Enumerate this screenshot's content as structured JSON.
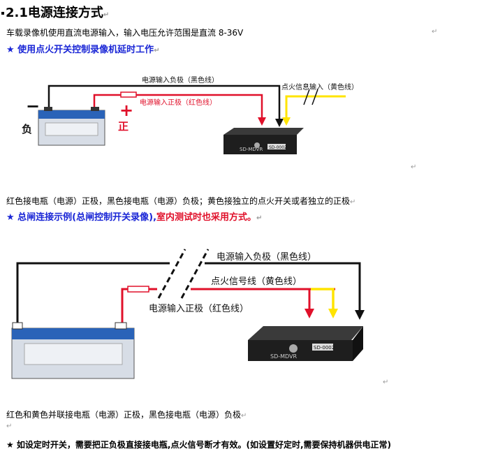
{
  "heading": "2.1电源连接方式",
  "intro": "车载录像机使用直流电源输入，输入电压允许范围是直流 8-36V",
  "section1": {
    "title": "★ 使用点火开关控制录像机延时工作",
    "diagram": {
      "neg_label": "负",
      "pos_label": "正",
      "neg_symbol": "−",
      "pos_symbol": "+",
      "black_wire": "电源输入负极（黑色线）",
      "red_wire": "电源输入正极（红色线）",
      "yellow_wire": "点火信息输入（黄色线）",
      "dvr_model": "SD-MDVR",
      "dvr_badge": "SD-0002"
    },
    "caption": "红色接电瓶（电源）正极，黑色接电瓶（电源）负极；黄色接独立的点火开关或者独立的正极"
  },
  "section2": {
    "title_blue": "★ 总闸连接示例(总闸控制开关录像),",
    "title_red": "室内测试时也采用方式。",
    "diagram": {
      "black_wire": "电源输入负极（黑色线）",
      "yellow_wire": "点火信号线（黄色线）",
      "red_wire": "电源输入正极（红色线）",
      "dvr_model": "SD-MDVR",
      "dvr_badge": "SD-0002"
    },
    "caption": "红色和黄色并联接电瓶（电源）正极，黑色接电瓶（电源）负极"
  },
  "note": "★ 如设定时开关，需要把正负极直接接电瓶,点火信号断才有效。(如设置好定时,需要保持机器供电正常)",
  "return_mark": "↵",
  "colors": {
    "blue": "#1a26d6",
    "red": "#e0102a",
    "yellow": "#ffe400",
    "battery": "#2a63b8"
  }
}
